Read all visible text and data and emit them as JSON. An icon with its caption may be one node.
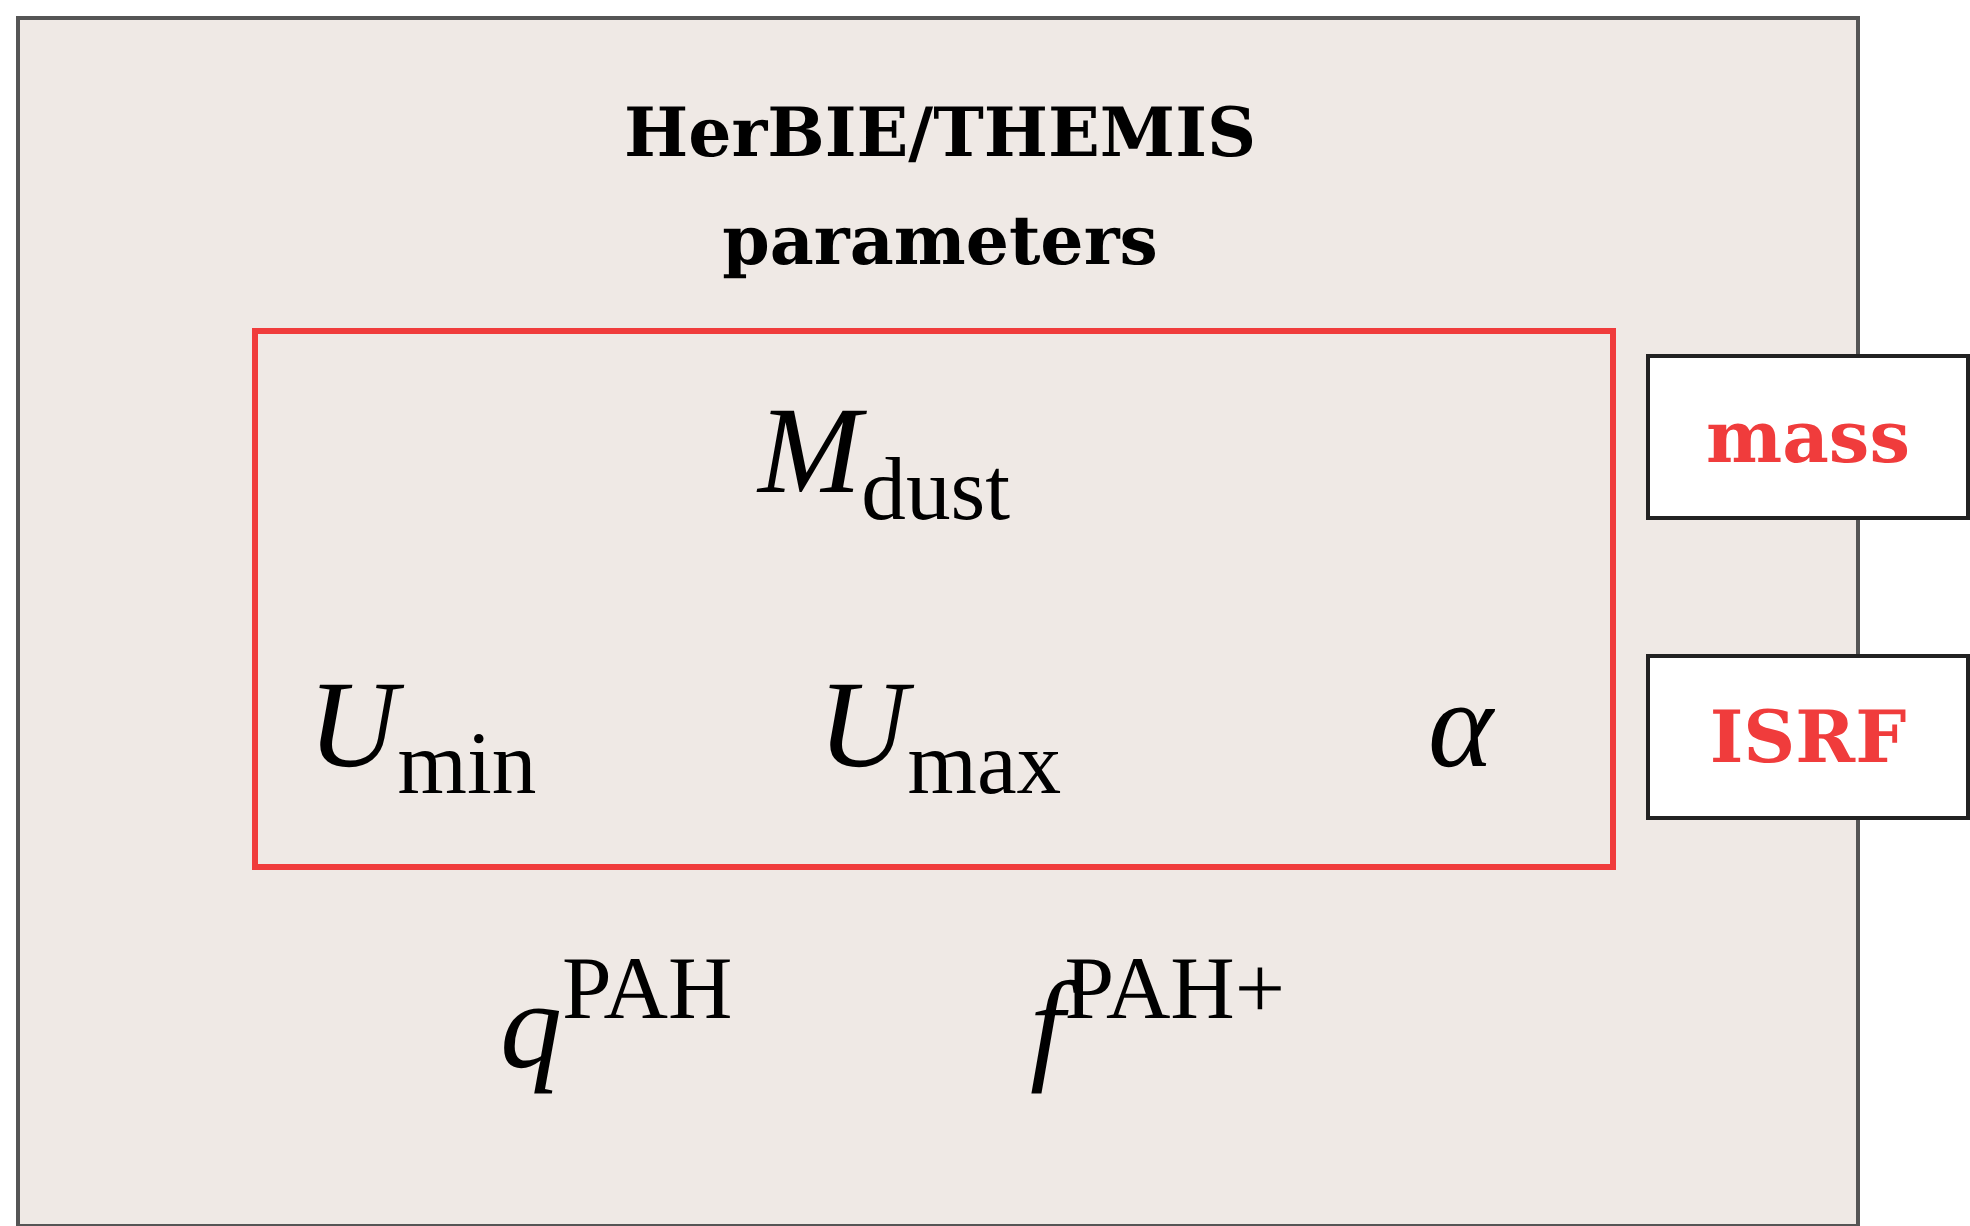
{
  "diagram": {
    "nodes": [
      {
        "text": [
          "HerBIE/THEMIS parameters",
          "q$^{PAH}$",
          "f$^{PAH+}$"
        ]
      },
      {
        "text": [
          "M$_{dust}$",
          "U$_{min}$",
          "U$_{max}$",
          "α"
        ],
        "in": 0
      },
      {
        "text": [
          "mass"
        ]
      },
      {
        "text": [
          "ISRF"
        ]
      }
    ]
  }
}
